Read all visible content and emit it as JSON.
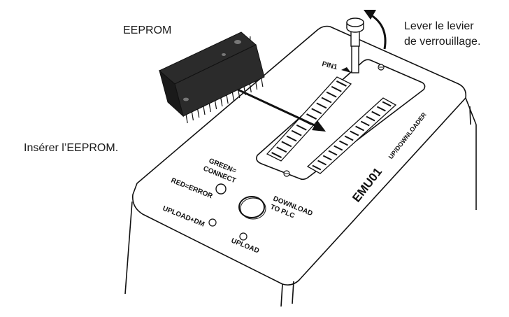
{
  "callouts": {
    "eeprom": "EEPROM",
    "lever_line1": "Lever le levier",
    "lever_line2": "de verrouillage.",
    "insert": "Insérer l’EEPROM."
  },
  "device": {
    "pin1": "PIN1",
    "model": "EMU01",
    "model_sub": "UP/DOWNLOADER",
    "green_line1": "GREEN=",
    "green_line2": "CONNECT",
    "red_error": "RED=ERROR",
    "download_line1": "DOWNLOAD",
    "download_line2": "TO PLC",
    "upload_dm": "UPLOAD+DM",
    "upload": "UPLOAD"
  },
  "colors": {
    "ink": "#111111",
    "chip": "#2b2b2b",
    "panel": "#ffffff"
  }
}
